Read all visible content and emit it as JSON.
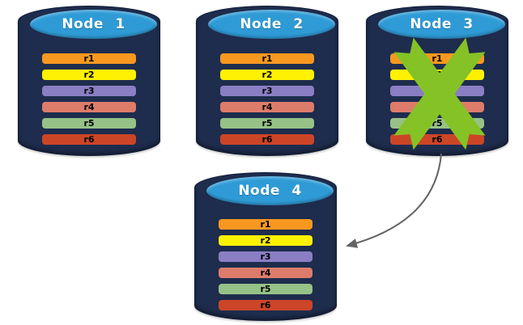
{
  "colors": {
    "background": "#FFFFFF",
    "cylinder_body": "#1E2C4D",
    "cylinder_top": "#2F9BD6",
    "title_text": "#FFFFFF",
    "row_text": "#000000",
    "failure_x": "#85C226",
    "arrow": "#636363"
  },
  "nodes": [
    {
      "id": "node-1",
      "title": "Node 1",
      "failed": false,
      "rows": [
        {
          "label": "r1",
          "color": "#F89820"
        },
        {
          "label": "r2",
          "color": "#FFF100"
        },
        {
          "label": "r3",
          "color": "#8A7EC4"
        },
        {
          "label": "r4",
          "color": "#DD7C6B"
        },
        {
          "label": "r5",
          "color": "#96C287"
        },
        {
          "label": "r6",
          "color": "#CC4527"
        }
      ]
    },
    {
      "id": "node-2",
      "title": "Node 2",
      "failed": false,
      "rows": [
        {
          "label": "r1",
          "color": "#F89820"
        },
        {
          "label": "r2",
          "color": "#FFF100"
        },
        {
          "label": "r3",
          "color": "#8A7EC4"
        },
        {
          "label": "r4",
          "color": "#DD7C6B"
        },
        {
          "label": "r5",
          "color": "#96C287"
        },
        {
          "label": "r6",
          "color": "#CC4527"
        }
      ]
    },
    {
      "id": "node-3",
      "title": "Node 3",
      "failed": true,
      "failure_icon": "x-mark",
      "rows": [
        {
          "label": "r1",
          "color": "#F89820"
        },
        {
          "label": "r2",
          "color": "#FFF100"
        },
        {
          "label": "r3",
          "color": "#8A7EC4"
        },
        {
          "label": "r4",
          "color": "#DD7C6B"
        },
        {
          "label": "r5",
          "color": "#96C287"
        },
        {
          "label": "r6",
          "color": "#CC4527"
        }
      ]
    },
    {
      "id": "node-4",
      "title": "Node 4",
      "failed": false,
      "rows": [
        {
          "label": "r1",
          "color": "#F89820"
        },
        {
          "label": "r2",
          "color": "#FFF100"
        },
        {
          "label": "r3",
          "color": "#8A7EC4"
        },
        {
          "label": "r4",
          "color": "#DD7C6B"
        },
        {
          "label": "r5",
          "color": "#96C287"
        },
        {
          "label": "r6",
          "color": "#CC4527"
        }
      ]
    }
  ],
  "arrow": {
    "color": "#636363"
  }
}
